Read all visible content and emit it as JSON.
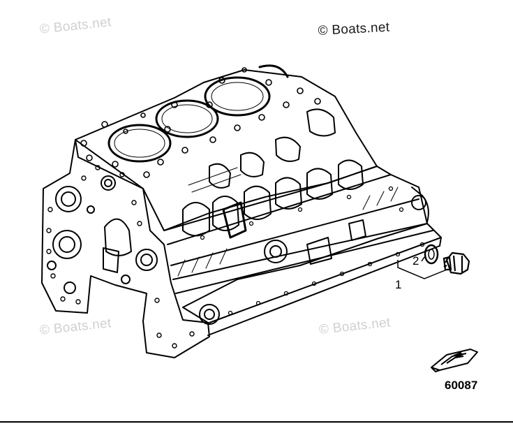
{
  "watermarks": [
    {
      "id": "wm-top-left",
      "text": "© Boats.net",
      "style": "faint"
    },
    {
      "id": "wm-top-right",
      "text": "© Boats.net",
      "style": "dark"
    },
    {
      "id": "wm-bottom-left",
      "text": "© Boats.net",
      "style": "faint"
    },
    {
      "id": "wm-bottom-right",
      "text": "© Boats.net",
      "style": "faint"
    }
  ],
  "callouts": {
    "part_1": "1",
    "part_2": "2"
  },
  "figure_number": "60087",
  "icons": {
    "main": "engine-block-icon",
    "plug": "drain-plug-icon",
    "washer": "sealing-washer-icon",
    "boat": "boat-icon"
  }
}
